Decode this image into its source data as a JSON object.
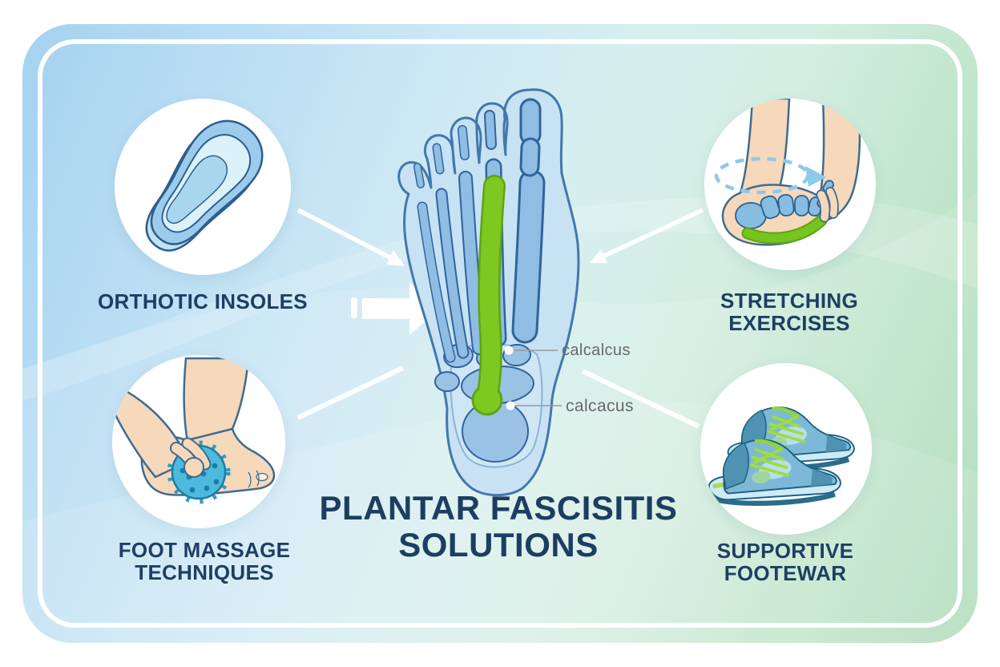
{
  "title": {
    "line1": "PLANTAR FASCISITIS",
    "line2": "SOLUTIONS"
  },
  "sections": {
    "orthotic_insoles": {
      "label": "ORTHOTIC INSOLES"
    },
    "stretching_exercises": {
      "label": "STRETCHING EXERCISES"
    },
    "foot_massage": {
      "line1": "FOOT MASSAGE",
      "line2": "TECHNIQUES"
    },
    "supportive_footwear": {
      "line1": "SUPPORTIVE",
      "line2": "FOOTEWAR"
    }
  },
  "anatomy": {
    "annotations": [
      {
        "label": "calcalcus"
      },
      {
        "label": "calcacus"
      }
    ]
  },
  "icons": [
    "insole-icon",
    "stretching-foot-icon",
    "massage-ball-foot-icon",
    "running-shoes-icon",
    "foot-anatomy-illustration",
    "plantar-fascia-highlight",
    "right-block-arrow-icon"
  ],
  "colors": {
    "title_navy": "#1d3e61",
    "label_navy": "#1e3f63",
    "annotation_gray": "#67696c",
    "fascia_green": "#7ec822",
    "bone_blue": "#8fbde3",
    "foot_fill": "#c6e1f3",
    "outline_blue": "#4377ac",
    "bg_blue": "#a4d2f0",
    "bg_green": "#a8d8b3",
    "skin_tone": "#f6d8bb",
    "ball_blue": "#4cb9dd",
    "connector_white": "#ffffff"
  }
}
